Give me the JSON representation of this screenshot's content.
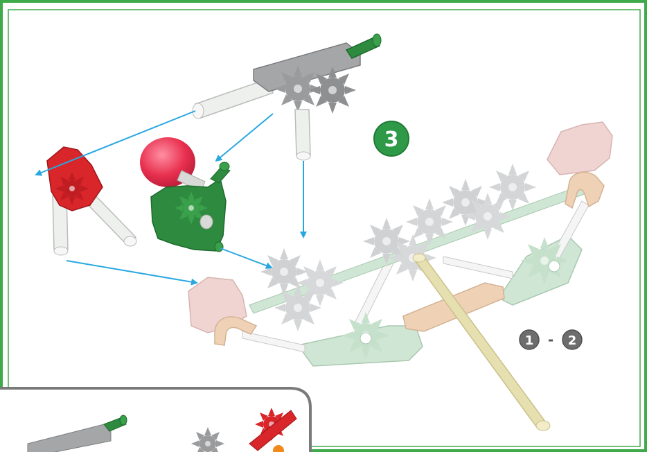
{
  "step": {
    "number": "3",
    "badge_color": "#2e9a48"
  },
  "substeps": {
    "first": "1",
    "separator": "-",
    "second": "2",
    "badge_color": "#6d6d6d"
  },
  "frame": {
    "outer_color": "#3faa4a",
    "inset_color": "#3faa4a"
  },
  "arrows": {
    "color": "#29a8e0"
  },
  "pieces": {
    "red": "#d8262b",
    "green": "#2d8a3e",
    "light_gray": "#cfd1d3",
    "dark_gray": "#9a9b9d",
    "white": "#eef0ee",
    "pink": "#efd4d2",
    "peach": "#efd1b6",
    "mint": "#cfe6d4",
    "tan": "#e6dfb0",
    "red_ball": "#e8304f"
  }
}
